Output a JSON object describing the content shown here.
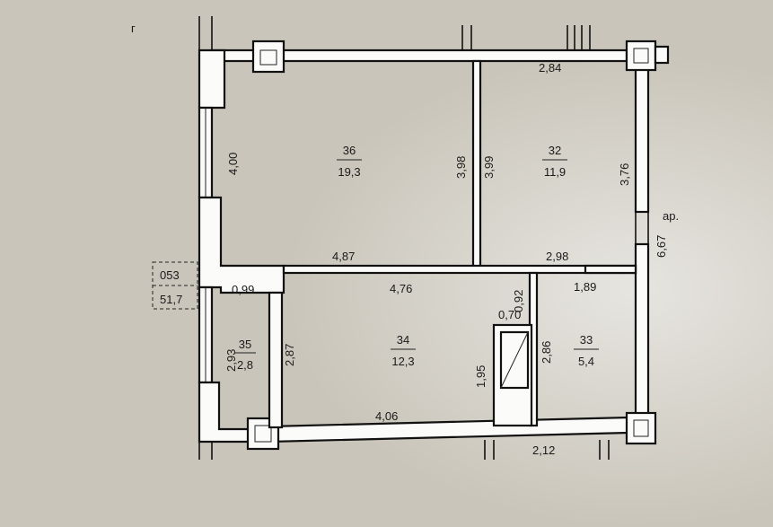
{
  "plan": {
    "apartment_number": "053",
    "apartment_area": "51,7",
    "corner_note": "г",
    "side_note": "ар.",
    "rooms": [
      {
        "id": "36",
        "area": "19,3"
      },
      {
        "id": "32",
        "area": "11,9"
      },
      {
        "id": "34",
        "area": "12,3"
      },
      {
        "id": "35",
        "area": "2,8"
      },
      {
        "id": "33",
        "area": "5,4"
      }
    ],
    "dimensions": {
      "top_right_width": "2,84",
      "room36_height_left": "4,00",
      "partition_height_a": "3,98",
      "partition_height_b": "3,99",
      "room32_height_right": "3,76",
      "right_small": "6,67",
      "room36_width": "4,87",
      "room32_width": "2,98",
      "room34_width_top": "4,76",
      "room35_width": "0,99",
      "room35_height_a": "2,93",
      "room35_height_b": "2,87",
      "room33_width": "1,89",
      "niche_height": "0,92",
      "niche_width": "0,70",
      "room33_height": "2,86",
      "niche_depth": "1,95",
      "bottom_width": "4,06",
      "bottom_right_width": "2,12"
    }
  }
}
